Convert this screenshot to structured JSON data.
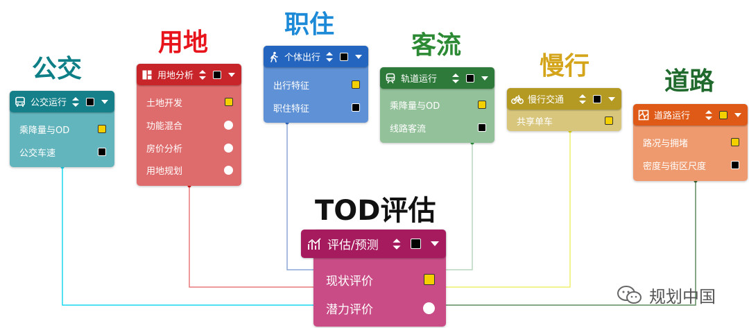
{
  "categories": {
    "bus": {
      "label": "公交",
      "color": "#0e7f86"
    },
    "land": {
      "label": "用地",
      "color": "#e8141c"
    },
    "live": {
      "label": "职住",
      "color": "#1d8ad8"
    },
    "rail": {
      "label": "客流",
      "color": "#2d8a34"
    },
    "slow": {
      "label": "慢行",
      "color": "#d4a51a"
    },
    "road": {
      "label": "道路",
      "color": "#1f6a2c"
    },
    "tod": {
      "label": "TOD评估",
      "color": "#111111"
    }
  },
  "panels": {
    "bus": {
      "title": "公交运行",
      "header_color": "#15808a",
      "body_color": "#63b5bd",
      "items": [
        {
          "label": "乘降量与OD",
          "state": "checked"
        },
        {
          "label": "公交车速",
          "state": "box"
        }
      ]
    },
    "land": {
      "title": "用地分析",
      "header_color": "#c8252a",
      "body_color": "#df6c6c",
      "items": [
        {
          "label": "土地开发",
          "state": "checked"
        },
        {
          "label": "功能混合",
          "state": "radio"
        },
        {
          "label": "房价分析",
          "state": "radio"
        },
        {
          "label": "用地规划",
          "state": "radio"
        }
      ]
    },
    "live": {
      "title": "个体出行",
      "header_color": "#2466bf",
      "body_color": "#5e91d5",
      "items": [
        {
          "label": "出行特征",
          "state": "checked"
        },
        {
          "label": "职住特征",
          "state": "box"
        }
      ]
    },
    "rail": {
      "title": "轨道运行",
      "header_color": "#2e7a3a",
      "body_color": "#93c19a",
      "items": [
        {
          "label": "乘降量与OD",
          "state": "checked"
        },
        {
          "label": "线路客流",
          "state": "box"
        }
      ]
    },
    "slow": {
      "title": "慢行交通",
      "header_color": "#b49922",
      "body_color": "#d8c67c",
      "items": [
        {
          "label": "共享单车",
          "state": "checked"
        }
      ]
    },
    "road": {
      "title": "道路运行",
      "header_color": "#df5a17",
      "body_color": "#ee9a6e",
      "items": [
        {
          "label": "路况与拥堵",
          "state": "checked"
        },
        {
          "label": "密度与街区尺度",
          "state": "box"
        }
      ]
    },
    "tod": {
      "title": "评估/预测",
      "header_color": "#a61a5e",
      "body_color": "#c94c86",
      "items": [
        {
          "label": "现状评价",
          "state": "checked"
        },
        {
          "label": "潜力评价",
          "state": "radio"
        }
      ]
    }
  },
  "icons": {
    "bus": "bus-icon",
    "land": "grid-icon",
    "live": "walk-icon",
    "rail": "rail-icon",
    "slow": "bicycle-icon",
    "road": "map-icon",
    "tod": "chart-icon"
  },
  "watermark": "规划中国"
}
